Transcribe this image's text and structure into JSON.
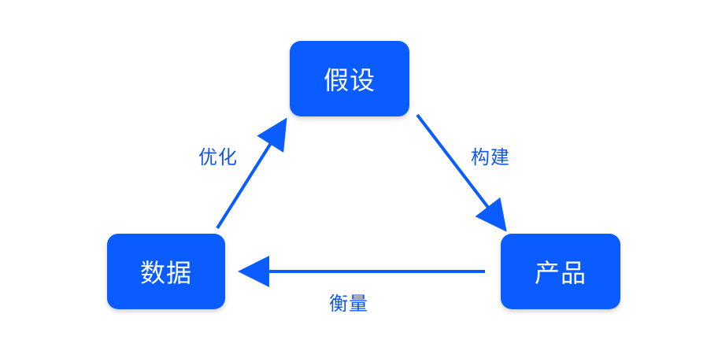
{
  "nodes": {
    "hypothesis": "假设",
    "data": "数据",
    "product": "产品"
  },
  "edges": {
    "optimize": "优化",
    "build": "构建",
    "measure": "衡量"
  },
  "colors": {
    "node_fill": "#0a5cff",
    "node_text": "#ffffff",
    "arrow": "#0a5cff",
    "label": "#1457e6"
  }
}
